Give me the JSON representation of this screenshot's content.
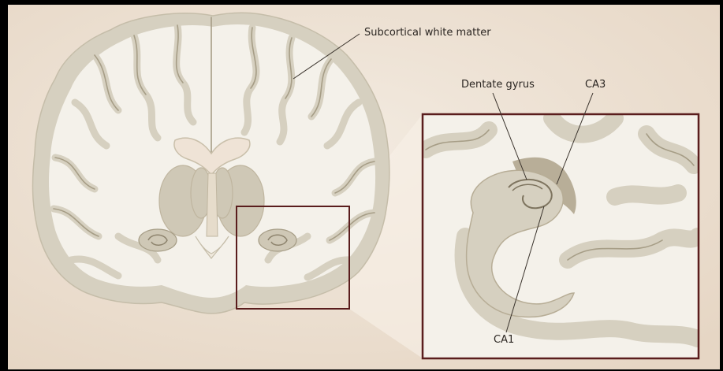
{
  "labels": {
    "subcortical": "Subcortical white matter",
    "dentate": "Dentate gyrus",
    "ca3": "CA3",
    "ca1": "CA1"
  },
  "colors": {
    "frame": "#000000",
    "background": "#efe3d6",
    "white_matter": "#f4f1ea",
    "gray_matter": "#d6d0c0",
    "dark_structure": "#b8ae98",
    "highlight_box": "#5a1d1d",
    "label_line": "#3a332c"
  }
}
